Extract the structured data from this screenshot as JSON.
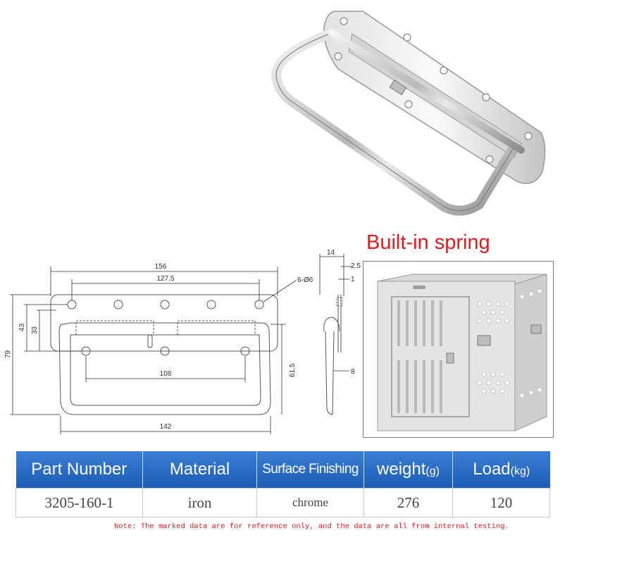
{
  "callouts": {
    "spring_label": "Built-in spring"
  },
  "drawing": {
    "dim_overall_width": "156",
    "dim_hole_span": "127.5",
    "dim_hole_callout": "6-Ø6",
    "dim_lower_hole_span": "108",
    "dim_handle_width": "142",
    "dim_overall_height": "79",
    "dim_plate_height": "43",
    "dim_plate_inner": "33",
    "dim_handle_drop": "61.5",
    "dim_side_depth": "14",
    "dim_side_plate": "2.5",
    "dim_side_thin": "1",
    "dim_wire": "8"
  },
  "spec_table": {
    "headers": [
      {
        "main": "Part Number",
        "unit": ""
      },
      {
        "main": "Material",
        "unit": ""
      },
      {
        "main": "Surface Finishing",
        "unit": ""
      },
      {
        "main": "weight",
        "unit": "(g)"
      },
      {
        "main": "Load",
        "unit": "(kg)"
      }
    ],
    "row": [
      "3205-160-1",
      "iron",
      "chrome",
      "276",
      "120"
    ]
  },
  "note": "Note: The marked data are for reference only, and the data are all from internal testing.",
  "colors": {
    "header_blue": "#2a6dc6",
    "accent_red": "#e8191c"
  }
}
